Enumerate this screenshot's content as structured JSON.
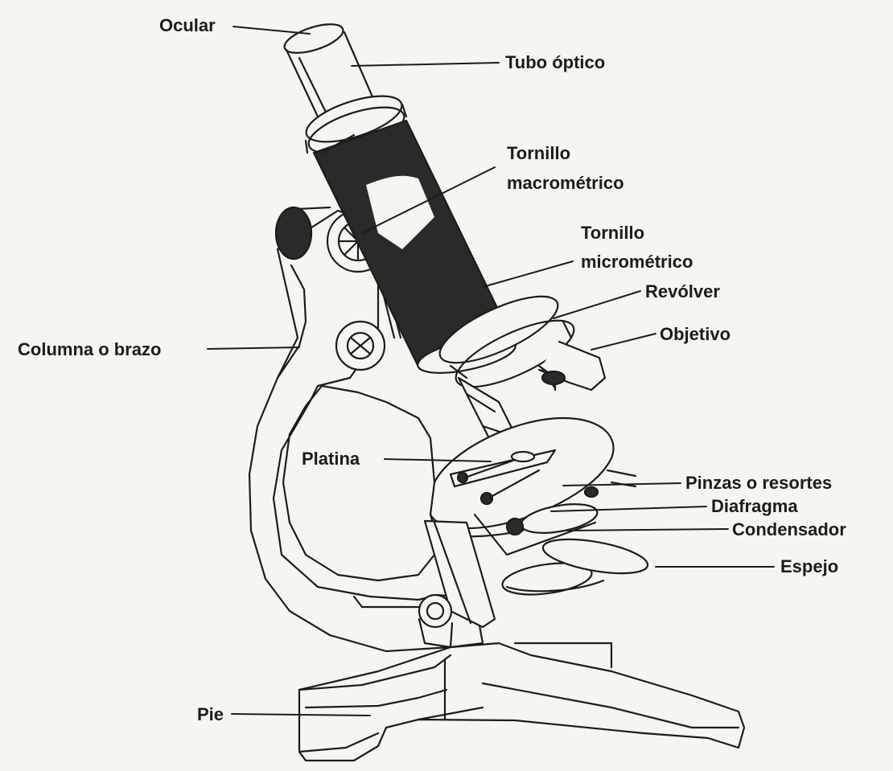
{
  "colors": {
    "paper": "#f7f5ef",
    "ink": "#1c1c1c",
    "fill_dark": "#2a2a2a"
  },
  "labels": {
    "ocular": "Ocular",
    "tubo_optico": "Tubo óptico",
    "tornillo_macro_line1": "Tornillo",
    "tornillo_macro_line2": "macrométrico",
    "tornillo_micro_line1": "Tornillo",
    "tornillo_micro_line2": "micrométrico",
    "revolver": "Revólver",
    "objetivo": "Objetivo",
    "columna": "Columna o brazo",
    "platina": "Platina",
    "pinzas": "Pinzas o resortes",
    "diafragma": "Diafragma",
    "condensador": "Condensador",
    "espejo": "Espejo",
    "pie": "Pie"
  }
}
